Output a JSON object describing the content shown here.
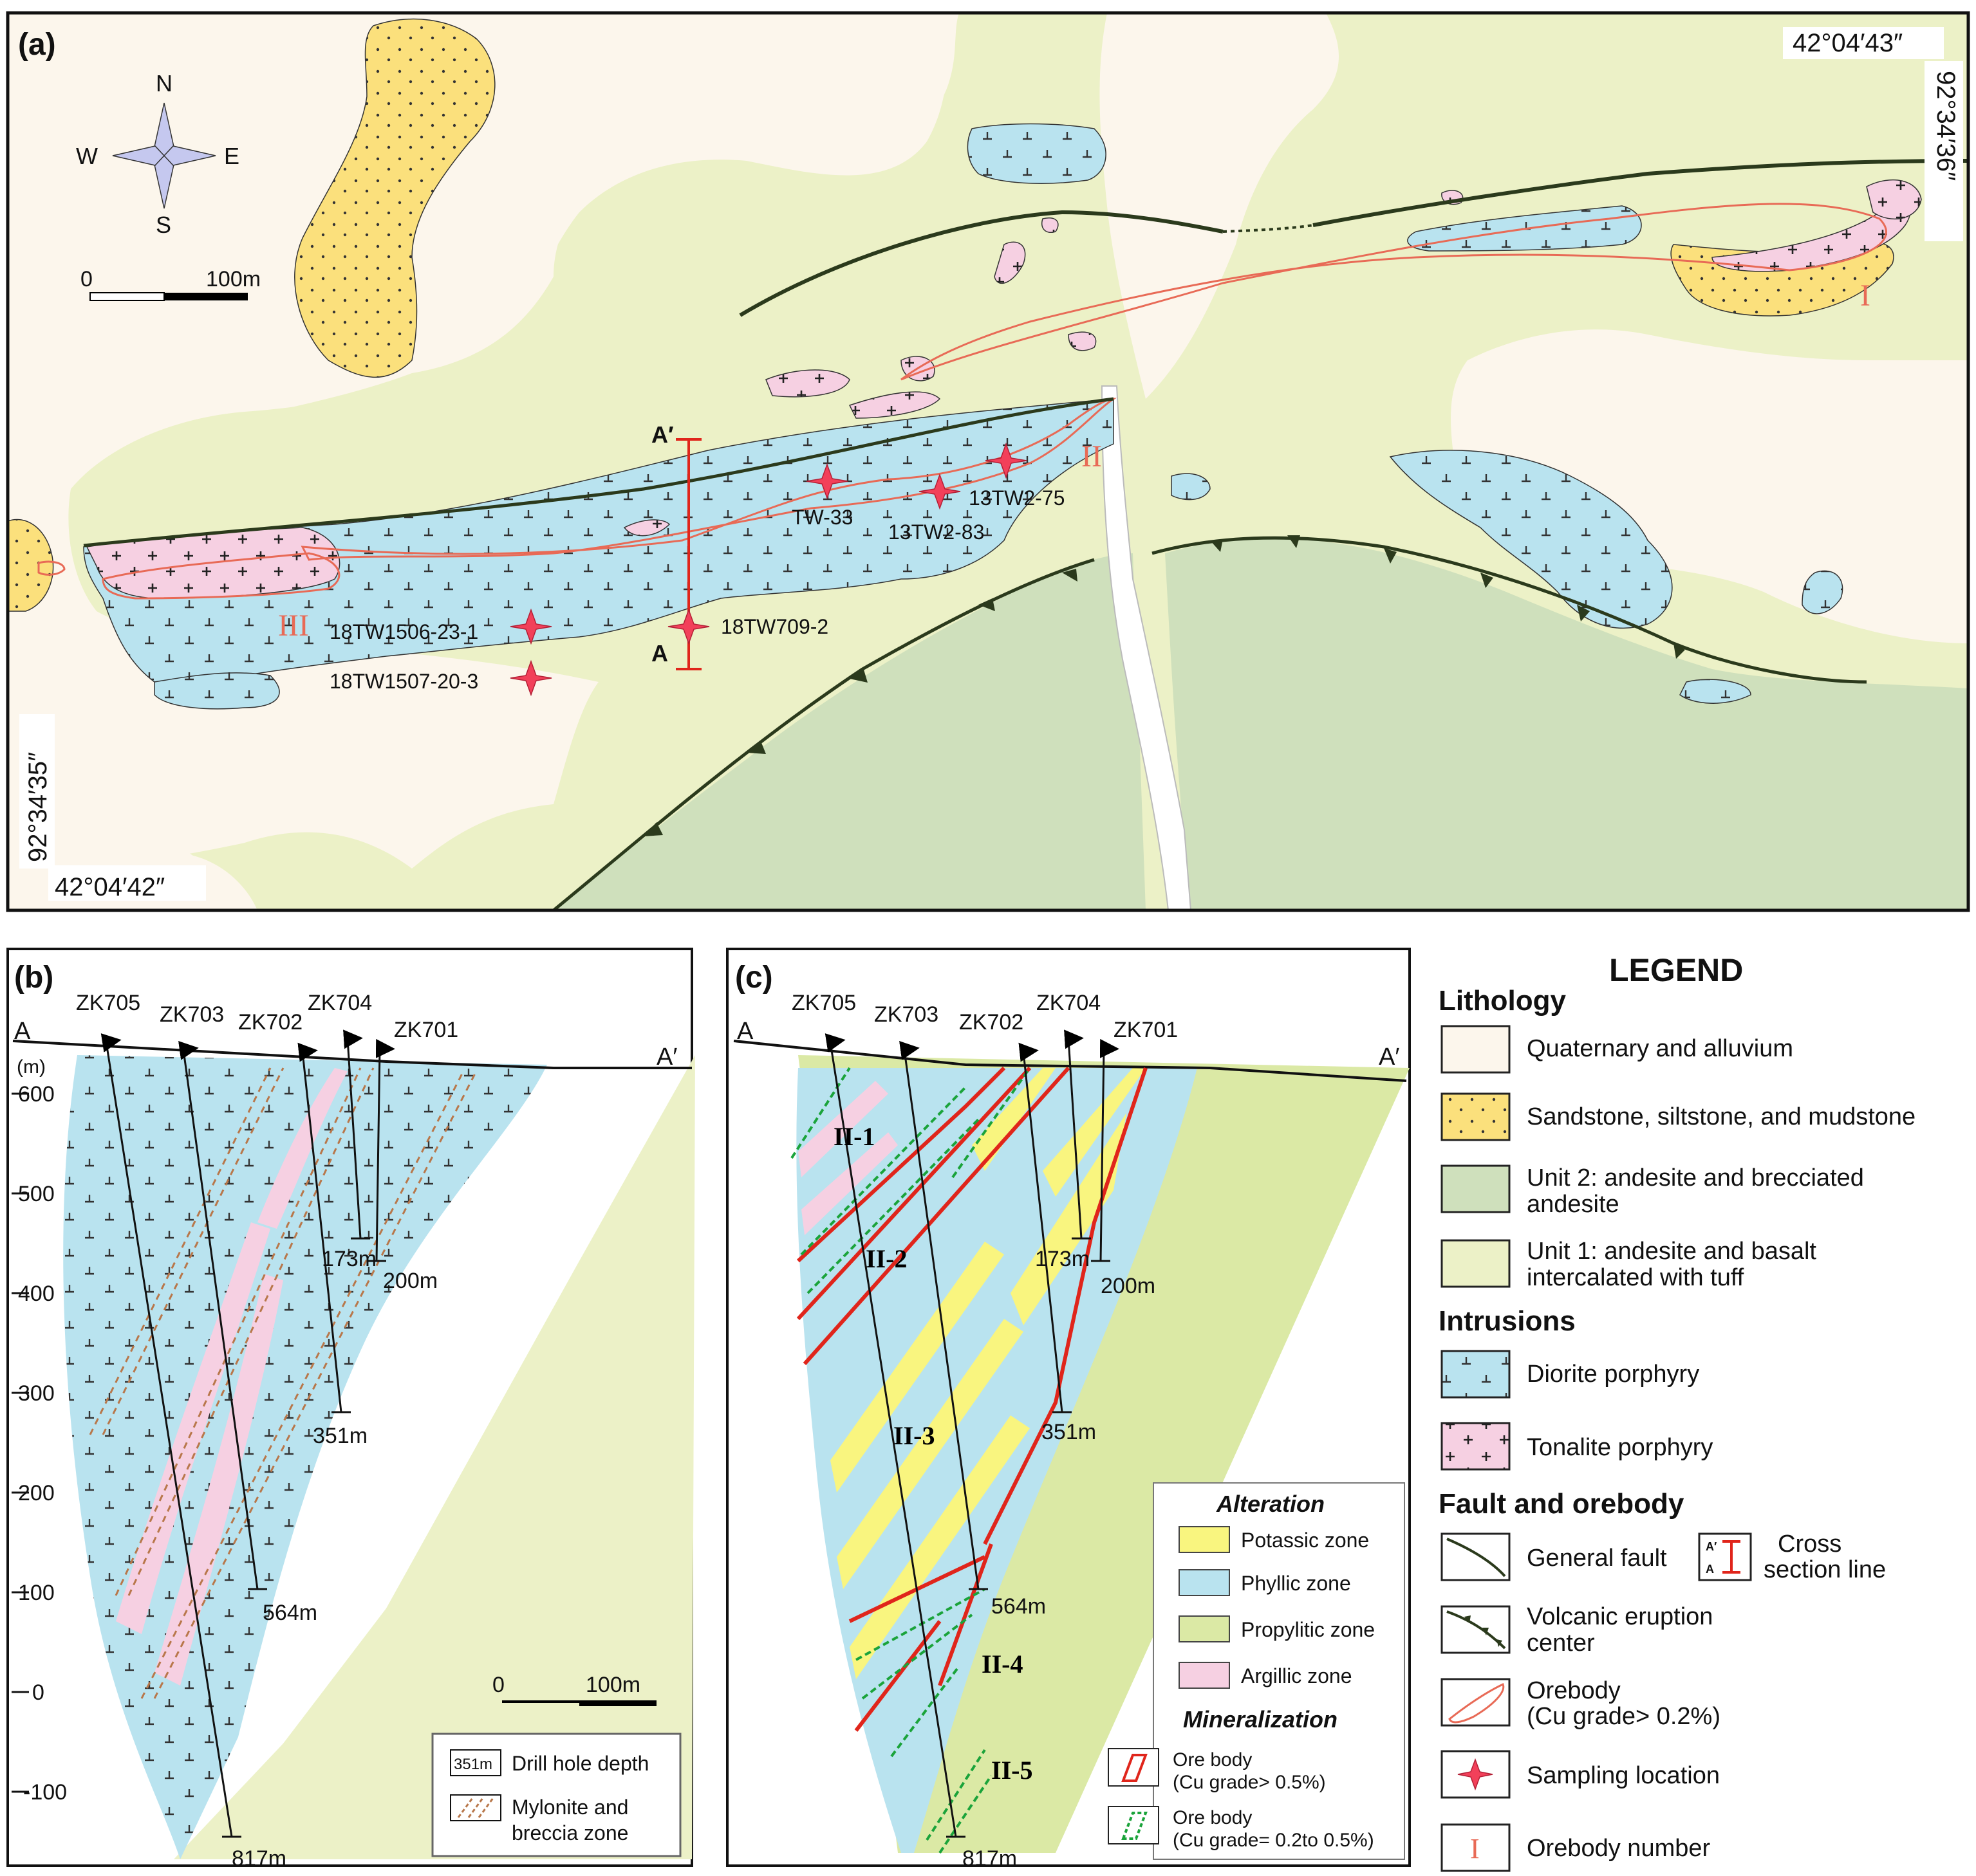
{
  "panel_a": {
    "label": "(a)",
    "coords": {
      "top_right_lat": "42°04′43″",
      "top_right_lon": "92°34′36″",
      "bottom_left_lat": "42°04′42″",
      "bottom_left_lon": "92°34′35″"
    },
    "compass": {
      "n": "N",
      "s": "S",
      "e": "E",
      "w": "W"
    },
    "scale": {
      "zero": "0",
      "end": "100m"
    },
    "section": {
      "start": "A",
      "end": "A′"
    },
    "orebodies": [
      "I",
      "II",
      "III"
    ],
    "samples": [
      "TW-33",
      "13TW2-83",
      "13TW2-75",
      "18TW709-2",
      "18TW1506-23-1",
      "18TW1507-20-3"
    ]
  },
  "panel_b": {
    "label": "(b)",
    "section_start": "A",
    "section_end": "A′",
    "yaxis_unit": "(m)",
    "yticks": [
      "600",
      "500",
      "400",
      "300",
      "200",
      "100",
      "0",
      "-100"
    ],
    "holes": [
      {
        "name": "ZK705",
        "depth": "817m"
      },
      {
        "name": "ZK703",
        "depth": "564m"
      },
      {
        "name": "ZK702",
        "depth": "351m"
      },
      {
        "name": "ZK704",
        "depth": "173m"
      },
      {
        "name": "ZK701",
        "depth": "200m"
      }
    ],
    "scale": {
      "zero": "0",
      "end": "100m"
    },
    "legend": {
      "drill_box": "351m",
      "drill_label": "Drill hole depth",
      "mylonite_label": "Mylonite and\nbreccia zone"
    }
  },
  "panel_c": {
    "label": "(c)",
    "section_start": "A",
    "section_end": "A′",
    "holes": [
      {
        "name": "ZK705",
        "depth": "817m"
      },
      {
        "name": "ZK703",
        "depth": "564m"
      },
      {
        "name": "ZK702",
        "depth": "351m"
      },
      {
        "name": "ZK704",
        "depth": "173m"
      },
      {
        "name": "ZK701",
        "depth": "200m"
      }
    ],
    "orebodies": [
      "II-1",
      "II-2",
      "II-3",
      "II-4",
      "II-5"
    ],
    "legend": {
      "alteration_title": "Alteration",
      "potassic": "Potassic zone",
      "phyllic": "Phyllic zone",
      "propylitic": "Propylitic zone",
      "argillic": "Argillic zone",
      "mineralization_title": "Mineralization",
      "ore_high_1": "Ore body",
      "ore_high_2": "(Cu grade> 0.5%)",
      "ore_low_1": "Ore body",
      "ore_low_2": "(Cu grade= 0.2to 0.5%)"
    }
  },
  "legend": {
    "title": "LEGEND",
    "lithology_title": "Lithology",
    "quaternary": "Quaternary and alluvium",
    "sandstone": "Sandstone, siltstone, and mudstone",
    "unit2_1": "Unit 2: andesite and brecciated",
    "unit2_2": "andesite",
    "unit1_1": "Unit 1: andesite and basalt",
    "unit1_2": "intercalated with tuff",
    "intrusions_title": "Intrusions",
    "diorite": "Diorite porphyry",
    "tonalite": "Tonalite porphyry",
    "fault_title": "Fault and orebody",
    "general_fault": "General fault",
    "cross_section_1": "Cross",
    "cross_section_2": "section line",
    "cross_a": "A",
    "cross_a_prime": "A′",
    "volcanic_1": "Volcanic eruption",
    "volcanic_2": "center",
    "orebody_1": "Orebody",
    "orebody_2": "(Cu grade> 0.2%)",
    "sampling": "Sampling location",
    "orebody_number": "Orebody number",
    "orebody_number_symbol": "I"
  },
  "colors": {
    "quaternary": "#fcf6ec",
    "sandstone": "#fbe07c",
    "unit2": "#cfe0bc",
    "unit1": "#ecf1c7",
    "diorite": "#b9e3ef",
    "tonalite": "#f6d0e2",
    "potassic": "#f9f57f",
    "propylitic": "#dbe9a5",
    "ore_red": "#e0251b",
    "ore_green": "#1aa33a",
    "orebody_line": "#e86a56",
    "sample": "#f2405a",
    "fault": "#2b3a1c"
  }
}
